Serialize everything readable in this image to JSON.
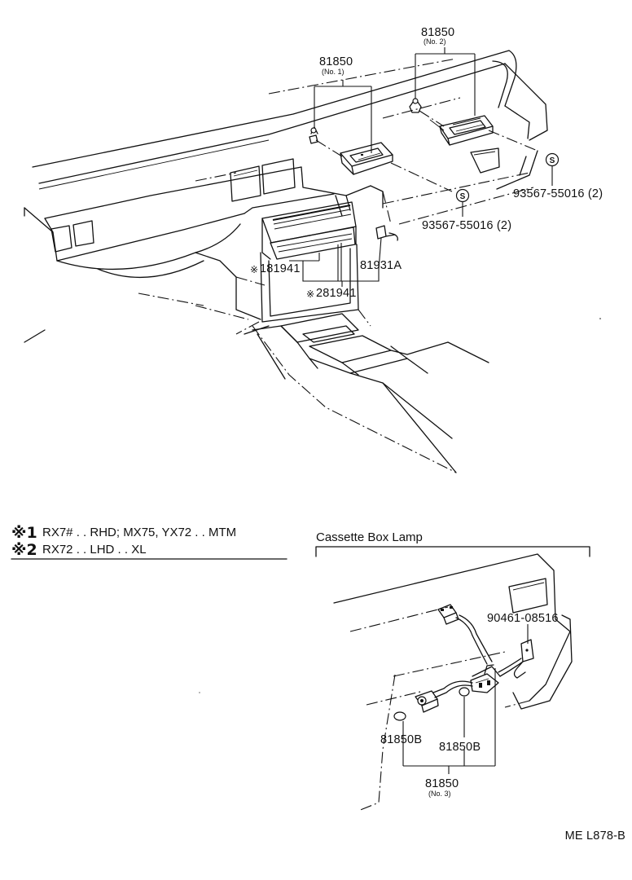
{
  "upper": {
    "part_81850_no2": {
      "number": "81850",
      "sub": "(No. 2)"
    },
    "part_81850_no1": {
      "number": "81850",
      "sub": "(No. 1)"
    },
    "screw_right": {
      "number": "93567-55016 (2)",
      "symbol": "S"
    },
    "screw_left": {
      "number": "93567-55016 (2)",
      "symbol": "S"
    },
    "part_81941_1": {
      "mark": "※",
      "number": "181941"
    },
    "part_81931a": {
      "number": "81931A"
    },
    "part_81941_2": {
      "mark": "※",
      "number": "281941"
    }
  },
  "notes": [
    {
      "mark": "※1",
      "text": "RX7# . . RHD; MX75, YX72 . . MTM"
    },
    {
      "mark": "※2",
      "text": "RX72 . . LHD . . XL"
    }
  ],
  "cassette": {
    "title": "Cassette Box Lamp",
    "part_90461": {
      "number": "90461-08516"
    },
    "part_81850b_left": {
      "number": "81850B"
    },
    "part_81850b_right": {
      "number": "81850B"
    },
    "part_81850_no3": {
      "number": "81850",
      "sub": "(No. 3)"
    }
  },
  "footer": {
    "code": "ME L878-B"
  }
}
